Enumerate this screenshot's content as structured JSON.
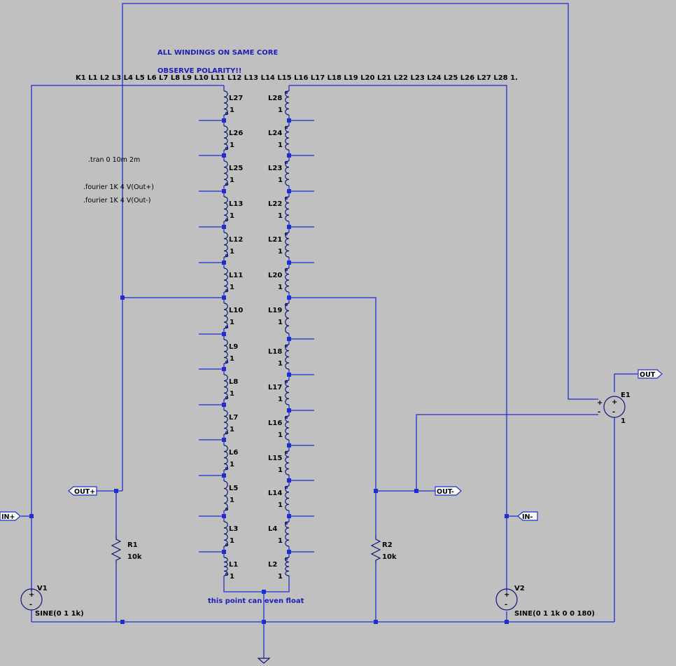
{
  "notes": {
    "windings": "ALL WINDINGS ON SAME CORE",
    "polarity": "OBSERVE POLARITY!!",
    "coupling": "K1 L1 L2 L3 L4 L5 L6 L7 L8 L9 L10 L11 L12 L13 L14 L15 L16 L17 L18 L19 L20 L21 L22 L23 L24 L25 L26 L27 L28 1.",
    "tran": ".tran 0 10m 2m",
    "fourier_plus": ".fourier 1K 4 V(Out+)",
    "fourier_minus": ".fourier 1K 4 V(Out-)",
    "float_note": "this point can even float"
  },
  "left_inductors": [
    {
      "name": "L27",
      "value": "1"
    },
    {
      "name": "L26",
      "value": "1"
    },
    {
      "name": "L25",
      "value": "1"
    },
    {
      "name": "L13",
      "value": "1"
    },
    {
      "name": "L12",
      "value": "1"
    },
    {
      "name": "L11",
      "value": "1"
    },
    {
      "name": "L10",
      "value": "1"
    },
    {
      "name": "L9",
      "value": "1"
    },
    {
      "name": "L8",
      "value": "1"
    },
    {
      "name": "L7",
      "value": "1"
    },
    {
      "name": "L6",
      "value": "1"
    },
    {
      "name": "L5",
      "value": "1"
    },
    {
      "name": "L3",
      "value": "1"
    },
    {
      "name": "L1",
      "value": "1"
    }
  ],
  "right_inductors": [
    {
      "name": "L28",
      "value": "1"
    },
    {
      "name": "L24",
      "value": "1"
    },
    {
      "name": "L23",
      "value": "1"
    },
    {
      "name": "L22",
      "value": "1"
    },
    {
      "name": "L21",
      "value": "1"
    },
    {
      "name": "L20",
      "value": "1"
    },
    {
      "name": "L19",
      "value": "1"
    },
    {
      "name": "L18",
      "value": "1"
    },
    {
      "name": "L17",
      "value": "1"
    },
    {
      "name": "L16",
      "value": "1"
    },
    {
      "name": "L15",
      "value": "1"
    },
    {
      "name": "L14",
      "value": "1"
    },
    {
      "name": "L4",
      "value": "1"
    },
    {
      "name": "L2",
      "value": "1"
    }
  ],
  "resistors": {
    "r1": {
      "name": "R1",
      "value": "10k"
    },
    "r2": {
      "name": "R2",
      "value": "10k"
    }
  },
  "sources": {
    "v1": {
      "name": "V1",
      "value": "SINE(0 1 1k)"
    },
    "v2": {
      "name": "V2",
      "value": "SINE(0 1 1k 0 0 180)"
    },
    "e1": {
      "name": "E1",
      "value": "1"
    }
  },
  "flags": {
    "in_plus": "IN+",
    "in_minus": "IN-",
    "out_plus": "OUT+",
    "out_minus": "OUT-",
    "out": "OUT"
  },
  "symbols": {
    "plus": "+",
    "minus": "-"
  }
}
